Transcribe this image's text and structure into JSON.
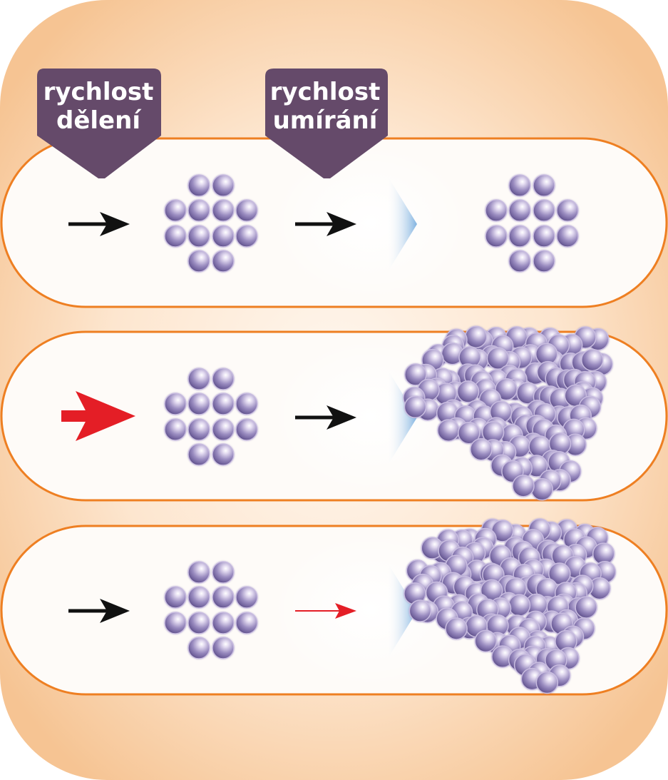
{
  "labels": {
    "division_rate": [
      "rychlost",
      "dělení"
    ],
    "death_rate": [
      "rychlost",
      "umírání"
    ]
  },
  "colors": {
    "background_outer": "#f6c99a",
    "background_inner": "#fff7ef",
    "row_border": "#ee7f22",
    "tag_fill": "#654a6a",
    "arrow_normal": "#111111",
    "arrow_highlight": "#e41e26",
    "chevron": "#8fbde6",
    "cell": "#9a8cc0"
  },
  "rows": [
    {
      "name": "balanced",
      "division_arrow": "normal",
      "death_arrow": "normal",
      "result": "unchanged-cluster"
    },
    {
      "name": "increased-division",
      "division_arrow": "large-red",
      "death_arrow": "normal",
      "result": "large-cluster"
    },
    {
      "name": "decreased-death",
      "division_arrow": "normal",
      "death_arrow": "thin-red",
      "result": "large-cluster"
    }
  ]
}
